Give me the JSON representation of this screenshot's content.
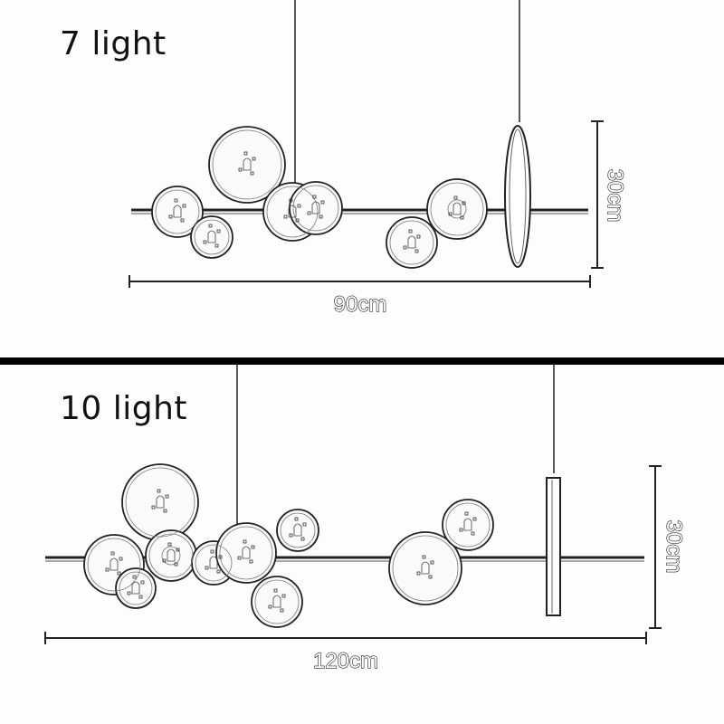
{
  "diagrams": [
    {
      "title": "7 light",
      "light_count": 7,
      "width_label": "90cm",
      "height_label": "30cm"
    },
    {
      "title": "10 light",
      "light_count": 10,
      "width_label": "120cm",
      "height_label": "30cm"
    }
  ],
  "colors": {
    "line": "#222222",
    "background": "#ffffff",
    "divider": "#000000"
  }
}
